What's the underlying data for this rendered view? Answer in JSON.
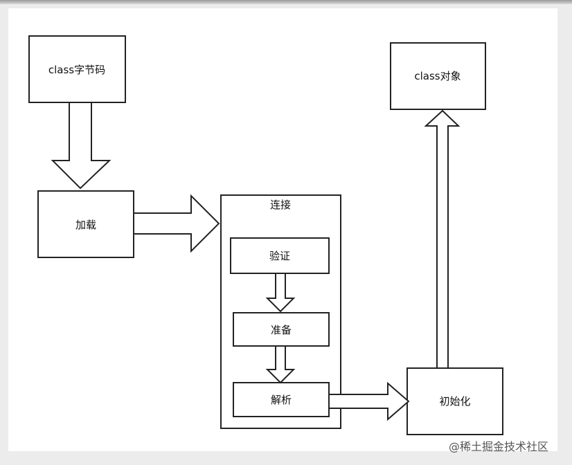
{
  "diagram": {
    "nodes": {
      "class_bytecode": "class字节码",
      "loading": "加载",
      "linking": "连接",
      "verification": "验证",
      "preparation": "准备",
      "resolution": "解析",
      "initialization": "初始化",
      "class_object": "class对象"
    }
  },
  "watermark": "@稀土掘金技术社区"
}
